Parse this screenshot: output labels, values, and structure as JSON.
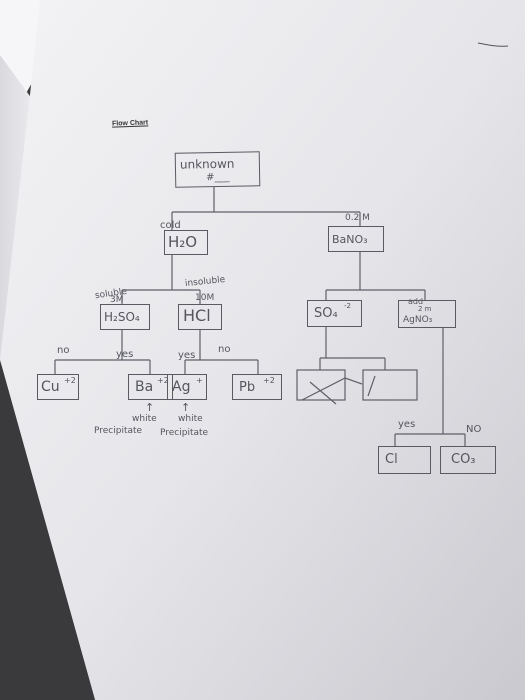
{
  "document": {
    "title": "Flow Chart",
    "nodes": {
      "unknown": {
        "line1": "unknown",
        "line2": "#___"
      },
      "h2o": "H₂O",
      "bano3": "BaNO₃",
      "h2so4": "H₂SO₄",
      "hcl": "HCl",
      "so4": "SO₄",
      "so4_charge": "-2",
      "agno3": "AgNO₃",
      "cu": "Cu",
      "cu_charge": "+2",
      "ba": "Ba",
      "ba_charge": "+2",
      "ag": "Ag",
      "ag_charge": "+",
      "pb": "Pb",
      "pb_charge": "+2",
      "cl": "Cl",
      "co3": "CO₃"
    },
    "annotations": {
      "cold": "cold",
      "bano3_conc": "0.2 M",
      "soluble": "soluble",
      "insoluble": "insoluble",
      "h2so4_conc": "3M",
      "hcl_conc": "10M",
      "add": "add",
      "agno3_conc": "2 m",
      "no_left": "no",
      "yes_left": "yes",
      "yes_right": "yes",
      "no_right": "no",
      "arrow": "↑",
      "ba_note1": "white",
      "ba_note2": "Precipitate",
      "ag_note1": "white",
      "ag_note2": "Precipitate",
      "yes_bottom": "yes",
      "no_bottom": "NO"
    }
  }
}
